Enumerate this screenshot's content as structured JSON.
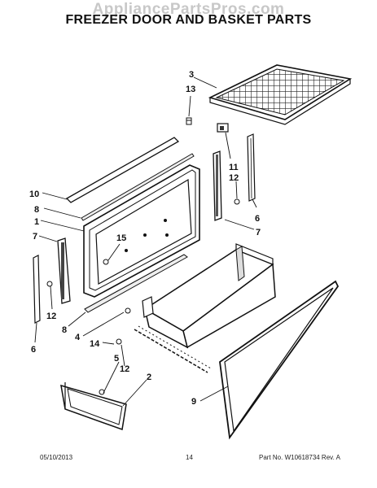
{
  "watermark": "AppliancePartsPros.com",
  "title": "FREEZER DOOR AND BASKET PARTS",
  "callouts": {
    "c3": "3",
    "c13": "13",
    "c11": "11",
    "c12a": "12",
    "c6a": "6",
    "c7a": "7",
    "c10": "10",
    "c8a": "8",
    "c1": "1",
    "c7b": "7",
    "c15": "15",
    "c12b": "12",
    "c6b": "6",
    "c8b": "8",
    "c4": "4",
    "c14": "14",
    "c5": "5",
    "c12c": "12",
    "c2": "2",
    "c9": "9"
  },
  "footer": {
    "date": "05/10/2013",
    "page": "14",
    "part_no": "Part No. W10618734 Rev. A"
  }
}
